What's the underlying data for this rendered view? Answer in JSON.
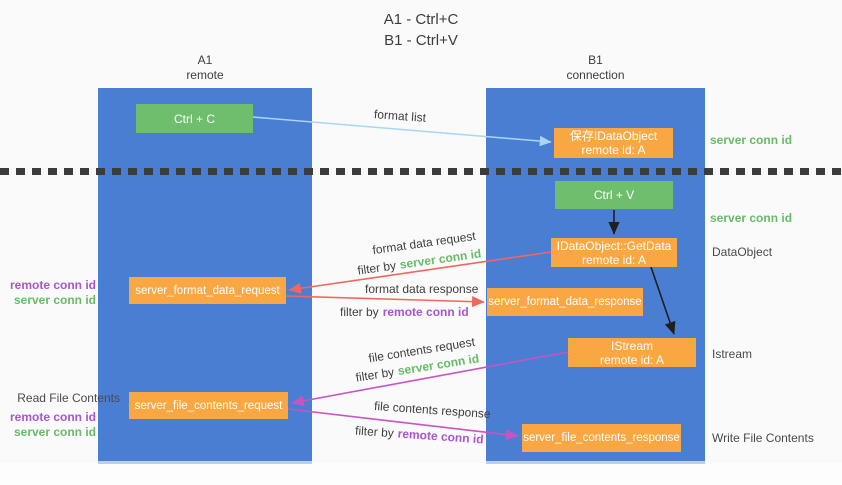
{
  "title": {
    "line1": "A1 - Ctrl+C",
    "line2": "B1 - Ctrl+V"
  },
  "lanes": {
    "left": {
      "id": "A1",
      "name": "remote"
    },
    "right": {
      "id": "B1",
      "name": "connection"
    }
  },
  "nodes": {
    "ctrl_c": {
      "label": "Ctrl + C"
    },
    "save_dataobject": {
      "line1": "保存IDataObject",
      "line2": "remote id: A"
    },
    "ctrl_v": {
      "label": "Ctrl + V"
    },
    "getdata": {
      "line1": "IDataObject::GetData",
      "line2": "remote id: A"
    },
    "istream": {
      "line1": "IStream",
      "line2": "remote id: A"
    },
    "server_format_data_request": {
      "label": "server_format_data_request"
    },
    "server_format_data_response": {
      "label": "server_format_data_response"
    },
    "server_file_contents_request": {
      "label": "server_file_contents_request"
    },
    "server_file_contents_response": {
      "label": "server_file_contents_response"
    }
  },
  "annotations": {
    "right": {
      "server_conn_id_top": "server conn id",
      "server_conn_id_mid": "server conn id",
      "dataobject": "DataObject",
      "istream": "Istream",
      "write_file_contents": "Write File Contents"
    },
    "left": {
      "remote_conn_id_1": "remote conn id",
      "server_conn_id_1": "server conn id",
      "read_file_contents": "Read File Contents",
      "remote_conn_id_2": "remote conn id",
      "server_conn_id_2": "server conn id"
    }
  },
  "arrows": {
    "format_list": {
      "label": "format list"
    },
    "format_data_request": {
      "label": "format data request",
      "filter_prefix": "filter by",
      "filter_key": "server conn id"
    },
    "format_data_response": {
      "label": "format data response",
      "filter_prefix": "filter by",
      "filter_key": "remote conn id"
    },
    "file_contents_request": {
      "label": "file contents request",
      "filter_prefix": "filter by",
      "filter_key": "server conn id"
    },
    "file_contents_response": {
      "label": "file contents response",
      "filter_prefix": "filter by",
      "filter_key": "remote conn id"
    }
  },
  "colors": {
    "lane_blue": "#4a7ed2",
    "node_green": "#6fbe6e",
    "node_orange": "#f8a742",
    "arrow_lightblue": "#a8d5f3",
    "arrow_salmon": "#ed685e",
    "arrow_magenta": "#c654c3",
    "arrow_black": "#1f1f1f",
    "text_green": "#67bb66",
    "text_purple": "#a855cf"
  }
}
